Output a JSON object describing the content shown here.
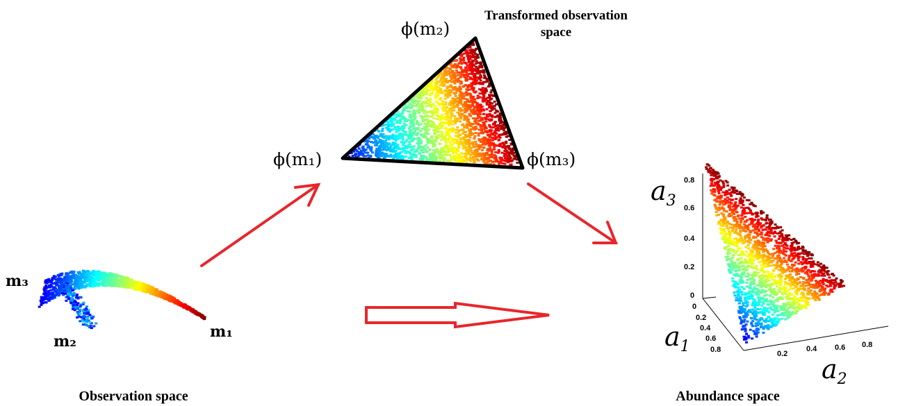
{
  "captions": {
    "transformed_line1": "Transformed observation",
    "transformed_line2": "space",
    "observation": "Observation space",
    "abundance": "Abundance space"
  },
  "vertex_labels": {
    "phi_m1": "ϕ(m₁)",
    "phi_m2": "ϕ(m₂)",
    "phi_m3": "ϕ(m₃)",
    "m1": "m₁",
    "m2": "m₂",
    "m3": "m₃"
  },
  "axes": {
    "a3": {
      "name": "a",
      "sub": "3",
      "ticks": [
        "0.8",
        "0.6",
        "0.4",
        "0.2",
        "0"
      ]
    },
    "a1": {
      "name": "a",
      "sub": "1",
      "ticks": [
        "0",
        "0.2",
        "0.4",
        "0.6",
        "0.8"
      ]
    },
    "a2": {
      "name": "a",
      "sub": "2",
      "ticks": [
        "0.2",
        "0.4",
        "0.6",
        "0.8"
      ]
    }
  },
  "colors": {
    "arrow": "#e8262b",
    "outline": "#000000",
    "colormap": "jet"
  },
  "icons": [
    "arrow-icon",
    "arrow-icon",
    "hollow-arrow-icon"
  ]
}
